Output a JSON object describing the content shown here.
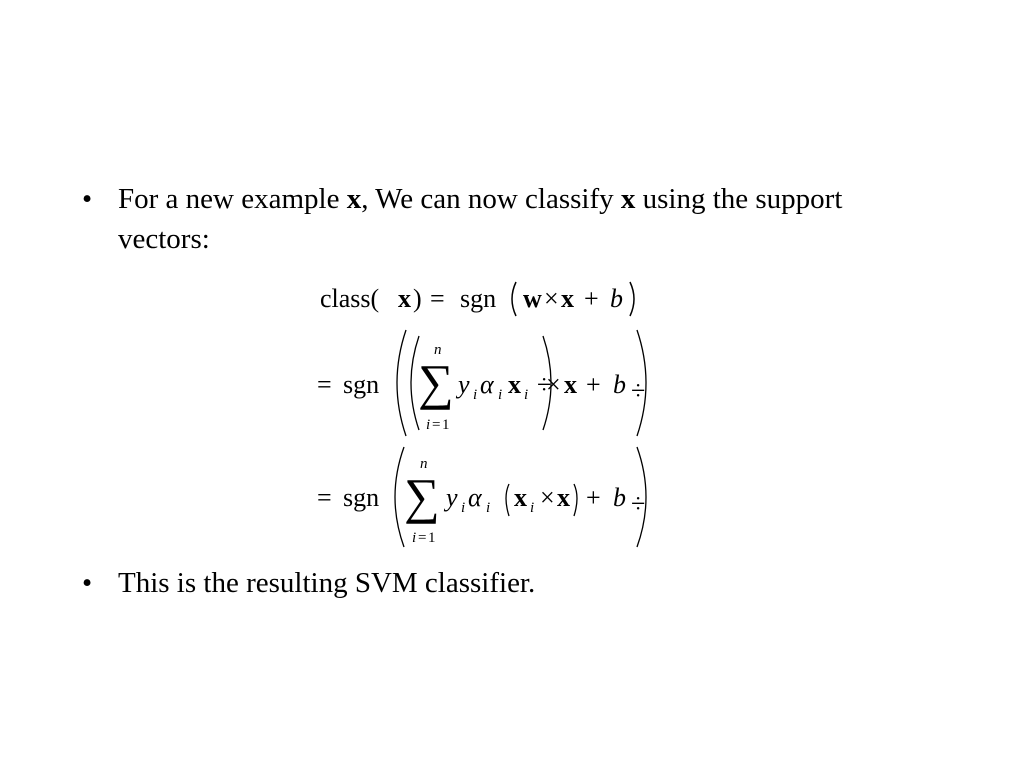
{
  "bullets": [
    {
      "marker": "•",
      "parts": [
        {
          "text": "For a new example ",
          "bold": false
        },
        {
          "text": "x",
          "bold": true
        },
        {
          "text": ", We can now classify ",
          "bold": false
        },
        {
          "text": "x",
          "bold": true
        },
        {
          "text": " using the support vectors:",
          "bold": false
        }
      ]
    },
    {
      "marker": "•",
      "parts": [
        {
          "text": "This is the resulting SVM classifier.",
          "bold": false
        }
      ]
    }
  ],
  "formula": {
    "line1": {
      "lhs_func": "class(",
      "lhs_var": "x",
      "lhs_close": ")",
      "eq": "=",
      "sgn": "sgn",
      "w": "w",
      "times": "×",
      "x": "x",
      "plus": "+",
      "b": "b"
    },
    "line2": {
      "eq": "=",
      "sgn": "sgn",
      "sum": "∑",
      "upper": "n",
      "lower_i": "i",
      "lower_eq": "=",
      "lower_1": "1",
      "y": "y",
      "alpha": "α",
      "xi": "x",
      "sub_i": "i",
      "div_mark": "÷",
      "times": "×",
      "x": "x",
      "plus": "+",
      "b": "b",
      "tail_mark": "÷"
    },
    "line3": {
      "eq": "=",
      "sgn": "sgn",
      "sum": "∑",
      "upper": "n",
      "lower_i": "i",
      "lower_eq": "=",
      "lower_1": "1",
      "y": "y",
      "alpha": "α",
      "xi": "x",
      "sub_i": "i",
      "times": "×",
      "x": "x",
      "plus": "+",
      "b": "b",
      "tail_mark": "÷"
    }
  }
}
